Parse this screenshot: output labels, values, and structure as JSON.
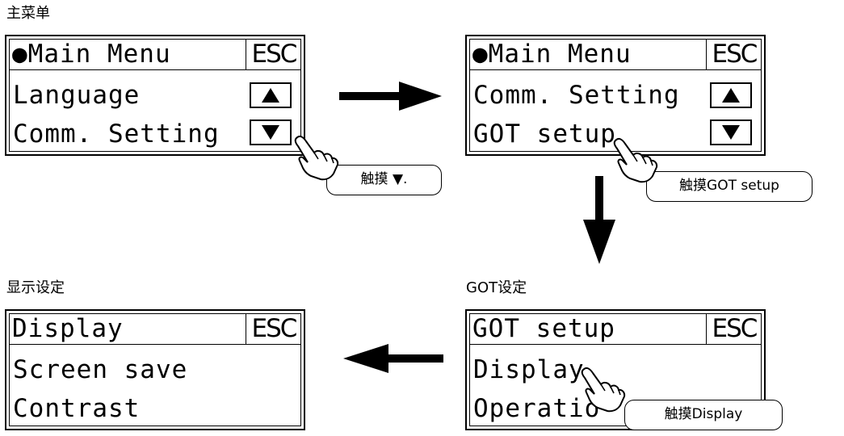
{
  "captions": {
    "main_menu": "主菜单",
    "display_settings": "显示设定",
    "got_settings": "GOT设定"
  },
  "screens": {
    "s1": {
      "title": "●Main Menu",
      "esc": "ESC",
      "items": [
        "Language",
        "Comm. Setting"
      ]
    },
    "s2": {
      "title": "●Main Menu",
      "esc": "ESC",
      "items": [
        "Comm. Setting",
        "GOT setup"
      ]
    },
    "s3": {
      "title": "GOT setup",
      "esc": "ESC",
      "items": [
        "Display",
        "Operatio"
      ]
    },
    "s4": {
      "title": "Display",
      "esc": "ESC",
      "items": [
        "Screen save",
        "Contrast"
      ]
    }
  },
  "callouts": {
    "c1": "触摸 ▼.",
    "c2": "触摸GOT setup",
    "c3": "触摸Display"
  },
  "icons": {
    "scroll_up": "up-triangle-icon",
    "scroll_down": "down-triangle-icon",
    "hand": "pointing-hand-icon",
    "flow": "arrow-icon"
  },
  "colors": {
    "ink": "#000000",
    "background": "#ffffff"
  }
}
